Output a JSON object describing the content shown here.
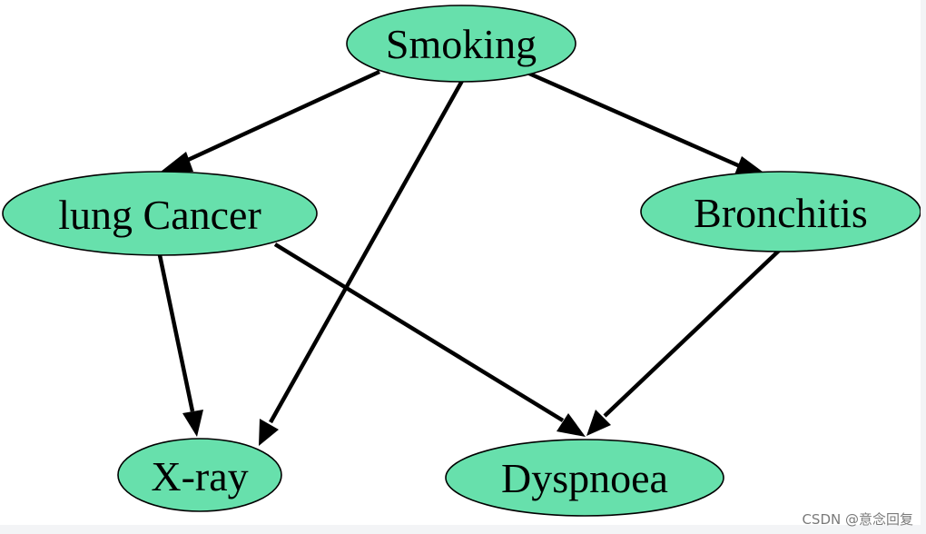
{
  "diagram": {
    "node_fill": "#67e0ac",
    "edge_color": "#000000",
    "nodes": {
      "smoking": {
        "label": "Smoking"
      },
      "lung_cancer": {
        "label": "lung Cancer"
      },
      "bronchitis": {
        "label": "Bronchitis"
      },
      "xray": {
        "label": "X-ray"
      },
      "dyspnoea": {
        "label": "Dyspnoea"
      }
    },
    "edges": [
      {
        "from": "Smoking",
        "to": "lung Cancer"
      },
      {
        "from": "Smoking",
        "to": "X-ray"
      },
      {
        "from": "Smoking",
        "to": "Bronchitis"
      },
      {
        "from": "lung Cancer",
        "to": "X-ray"
      },
      {
        "from": "lung Cancer",
        "to": "Dyspnoea"
      },
      {
        "from": "Bronchitis",
        "to": "Dyspnoea"
      }
    ]
  },
  "watermark": "CSDN @意念回复"
}
